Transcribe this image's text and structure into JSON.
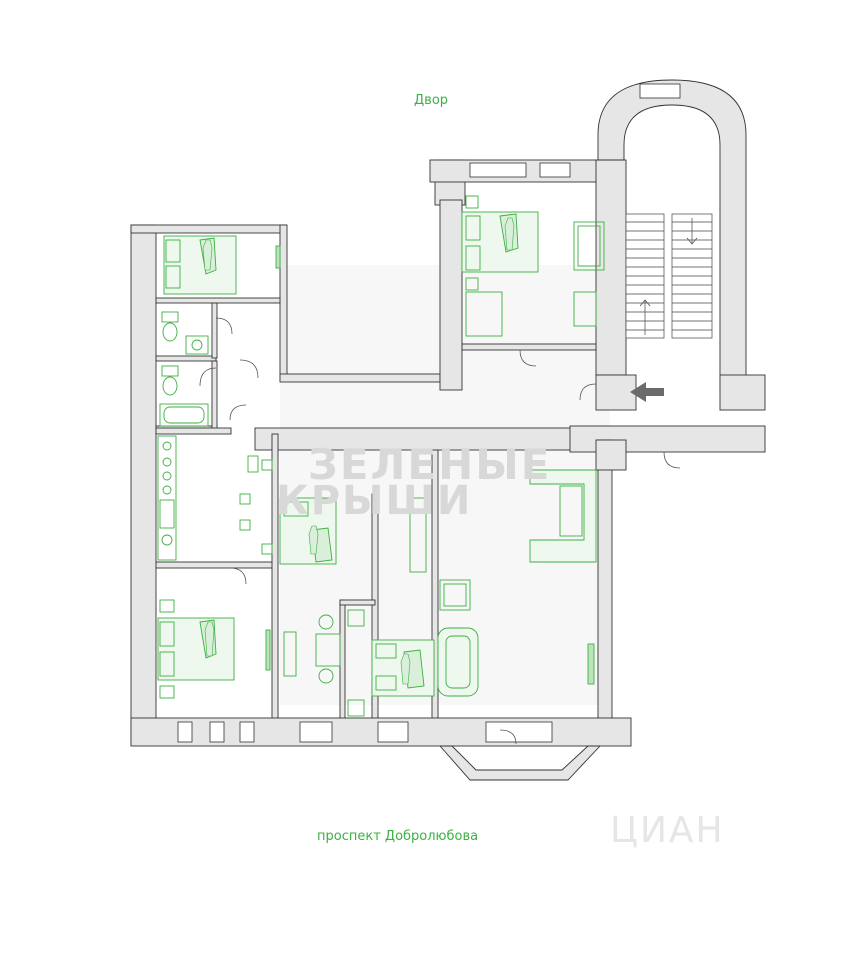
{
  "colors": {
    "wall_fill": "#e6e6e6",
    "wall_stroke": "#333333",
    "furniture": "#3cb043",
    "furniture_fill": "#eef8ee",
    "label": "#3cb043",
    "arrow": "#6b6b6b",
    "watermark": "#d8d8d8"
  },
  "plan": {
    "courtyard_label": "Двор",
    "street_label": "проспект Добролюбова"
  },
  "watermark": {
    "line1": "ЗЕЛЕНЫЕ",
    "line2": "КРЫШИ",
    "source": "ЦИАН"
  },
  "icons": {
    "entrance": "entrance-arrow-icon",
    "stairs_up": "stair-up-arrow-icon",
    "stairs_down": "stair-down-arrow-icon"
  }
}
